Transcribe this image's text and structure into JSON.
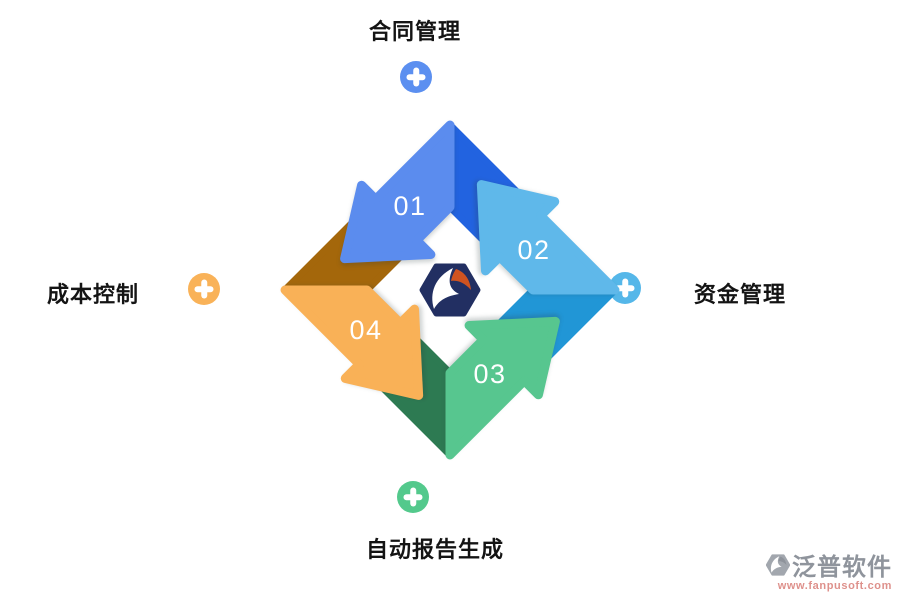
{
  "page": {
    "background": "#ffffff"
  },
  "diagram": {
    "title": "",
    "arrows": [
      {
        "number": "01",
        "color": "#5b8cee",
        "fold_color": "#2263e0"
      },
      {
        "number": "02",
        "color": "#5fb8ea",
        "fold_color": "#2196d6"
      },
      {
        "number": "03",
        "color": "#57c68f",
        "fold_color": "#2d7a52"
      },
      {
        "number": "04",
        "color": "#f9b157",
        "fold_color": "#a4670b"
      }
    ],
    "nodes": {
      "top": {
        "label": "合同管理",
        "plus_color": "#5b8ff0"
      },
      "right": {
        "label": "资金管理",
        "plus_color": "#55b7e9"
      },
      "bottom": {
        "label": "自动报告生成",
        "plus_color": "#53c98c"
      },
      "left": {
        "label": "成本控制",
        "plus_color": "#f9b258"
      }
    },
    "center_logo": {
      "name": "fanpu-logo",
      "navy": "#222f62",
      "orange": "#cf5320"
    }
  },
  "watermark": {
    "brand": "泛普软件",
    "url": "www.fanpusoft.com",
    "brand_color": "#8f949c",
    "url_color": "#de918c"
  }
}
